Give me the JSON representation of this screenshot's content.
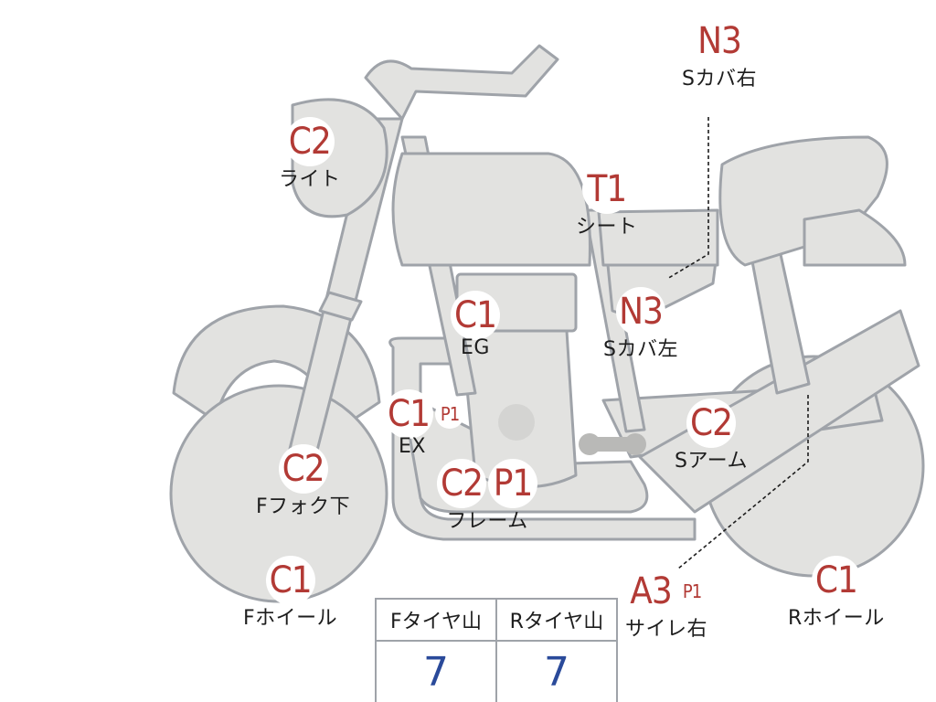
{
  "labels": [
    {
      "key": "n3_top",
      "codes": [
        "N3"
      ],
      "text": "Sカバ右"
    },
    {
      "key": "c2_light",
      "codes": [
        "C2"
      ],
      "text": "ライト"
    },
    {
      "key": "t1_seat",
      "codes": [
        "T1"
      ],
      "text": "シート"
    },
    {
      "key": "c1_eg",
      "codes": [
        "C1"
      ],
      "text": "EG"
    },
    {
      "key": "n3_left",
      "codes": [
        "N3"
      ],
      "text": "Sカバ左"
    },
    {
      "key": "c1_ex",
      "codes": [
        "C1",
        "P1"
      ],
      "text": "EX"
    },
    {
      "key": "c2_sarm",
      "codes": [
        "C2"
      ],
      "text": "Sアーム"
    },
    {
      "key": "c2_fork",
      "codes": [
        "C2"
      ],
      "text": "Fフォク下"
    },
    {
      "key": "c2p1_frame",
      "codes": [
        "C2",
        "P1"
      ],
      "text": "フレーム"
    },
    {
      "key": "c1_fwheel",
      "codes": [
        "C1"
      ],
      "text": "Fホイール"
    },
    {
      "key": "a3_muffler",
      "codes": [
        "A3",
        "P1"
      ],
      "text": "サイレ右"
    },
    {
      "key": "c1_rwheel",
      "codes": [
        "C1"
      ],
      "text": "Rホイール"
    }
  ],
  "tire_table": {
    "headers": [
      "Fタイヤ山",
      "Rタイヤ山"
    ],
    "values": [
      "7",
      "7"
    ]
  },
  "colors": {
    "body": "#e2e2e0",
    "outline": "#9fa3a9",
    "code": "#b23a35",
    "value": "#2a4a9a"
  }
}
